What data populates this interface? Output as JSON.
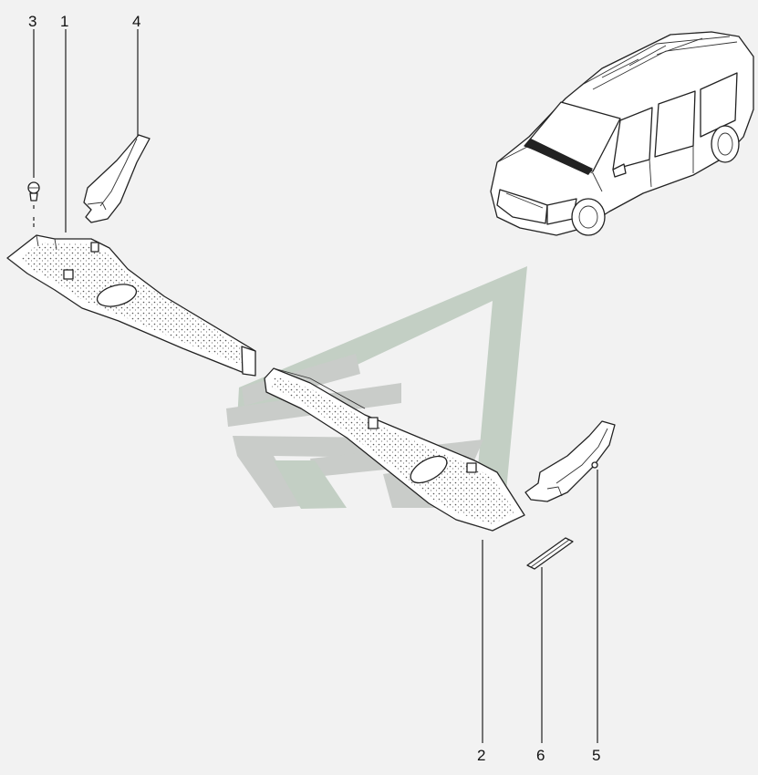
{
  "diagram": {
    "callouts": [
      {
        "id": "c1",
        "label": "1"
      },
      {
        "id": "c2",
        "label": "2"
      },
      {
        "id": "c3",
        "label": "3"
      },
      {
        "id": "c4",
        "label": "4"
      },
      {
        "id": "c5",
        "label": "5"
      },
      {
        "id": "c6",
        "label": "6"
      }
    ],
    "colors": {
      "background": "#f2f2f2",
      "watermark_gray": "#c9ccc9",
      "watermark_green": "#c3cfc4",
      "line": "#222222",
      "part_fill": "#ffffff"
    }
  }
}
